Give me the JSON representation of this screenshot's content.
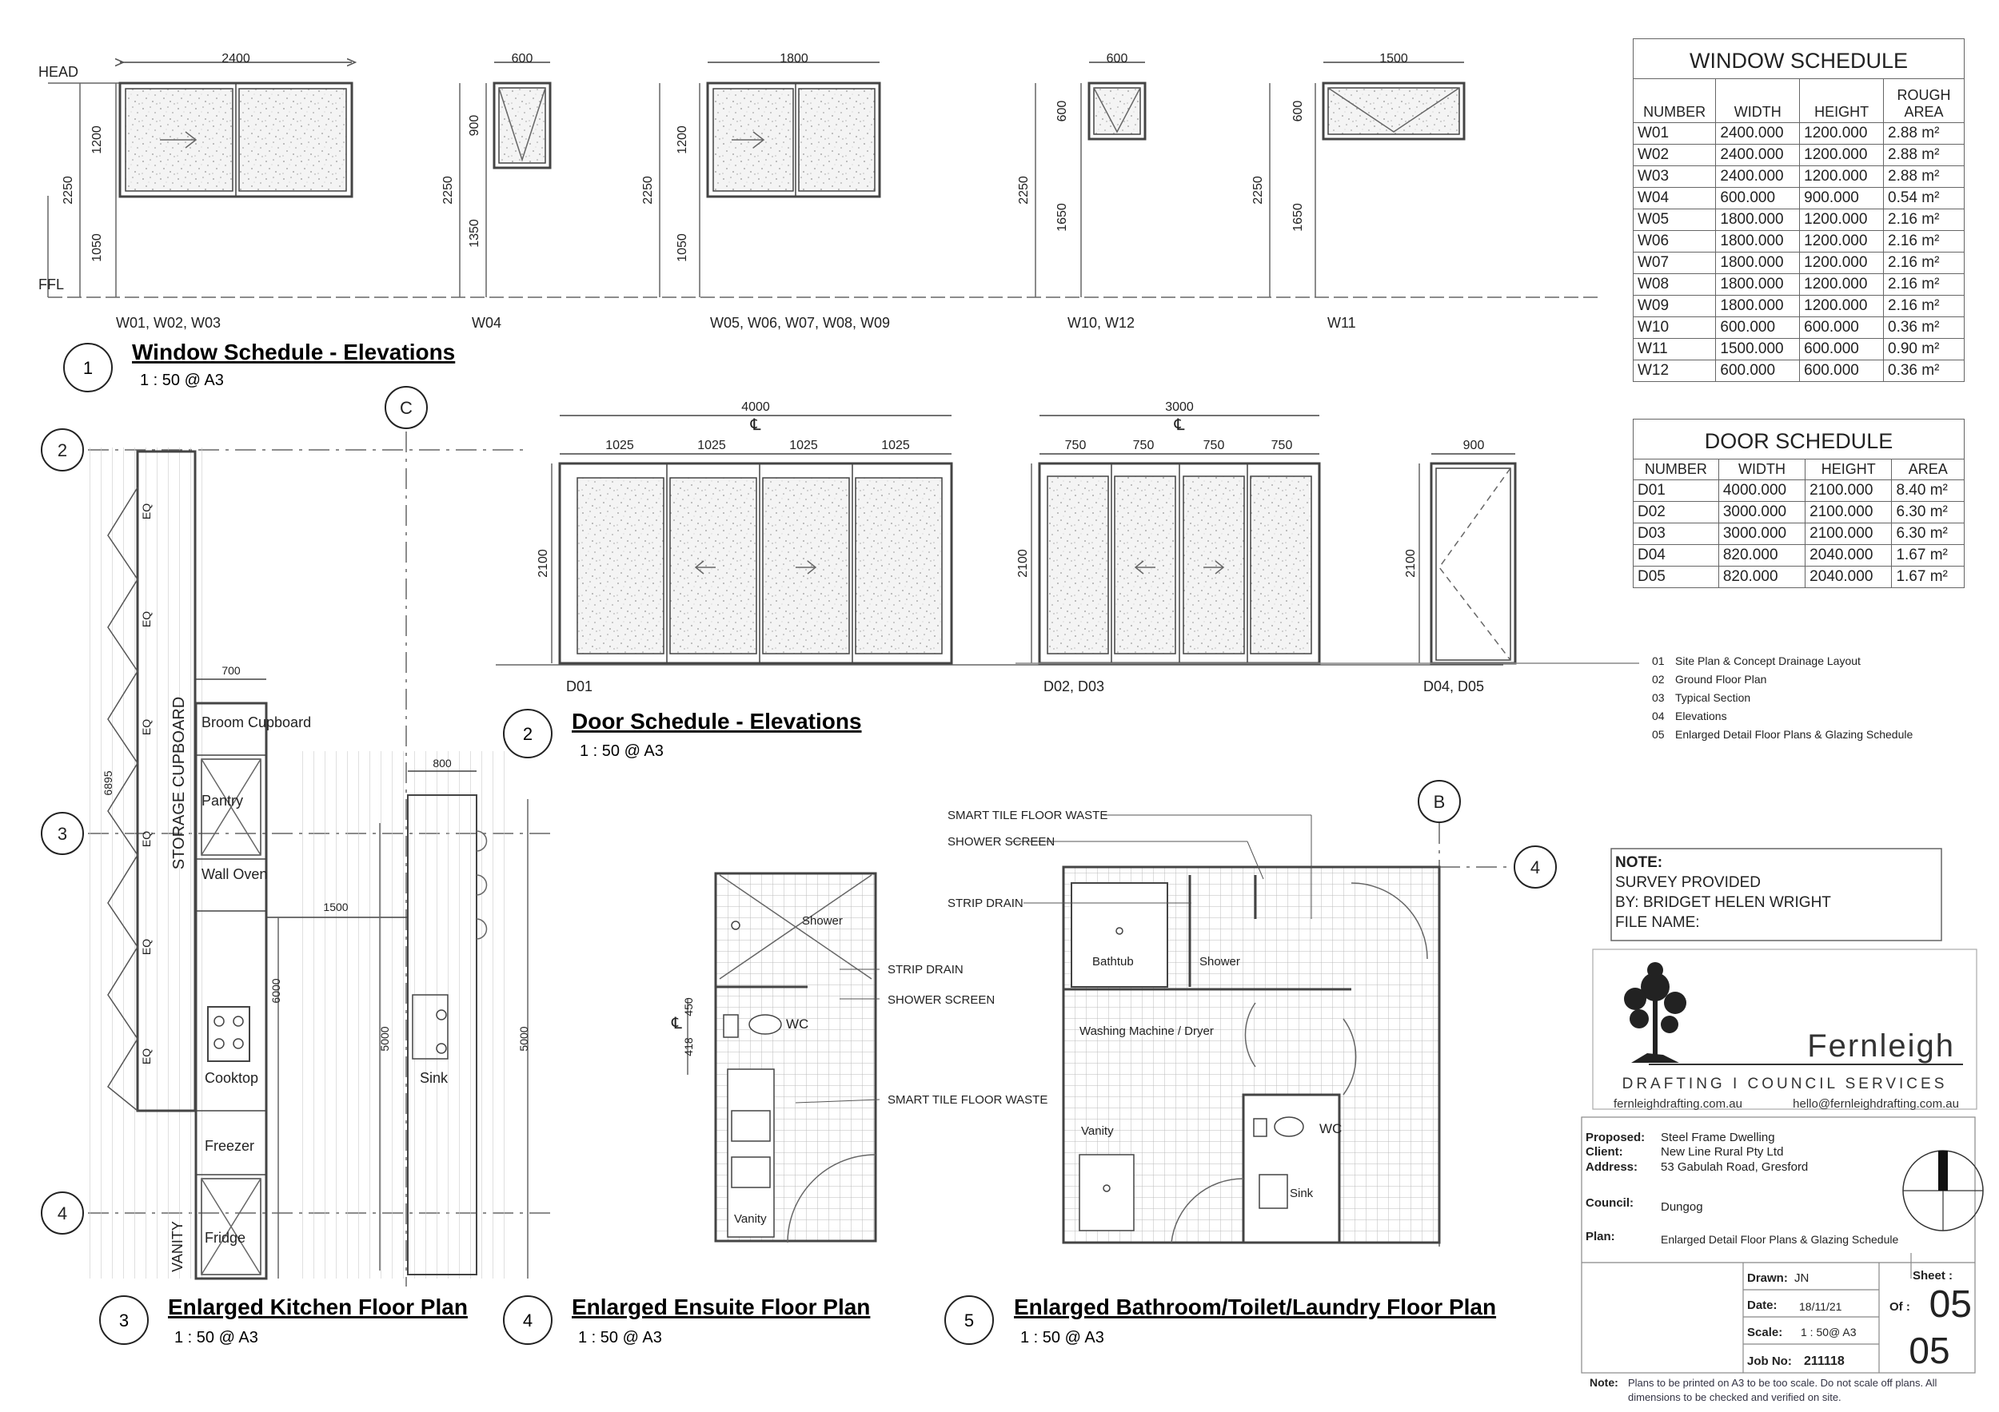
{
  "window_elevations": {
    "title": "Window Schedule - Elevations",
    "number": "1",
    "scale": "1 : 50 @ A3",
    "head_label": "HEAD",
    "ffl_label": "FFL",
    "groups": [
      {
        "tag": "W01, W02, W03",
        "width": "2400",
        "height": "1200",
        "total": "2250",
        "sill": "1050"
      },
      {
        "tag": "W04",
        "width": "600",
        "height": "900",
        "total": "2250",
        "sill": "1350"
      },
      {
        "tag": "W05, W06, W07, W08, W09",
        "width": "1800",
        "height": "1200",
        "total": "2250",
        "sill": "1050"
      },
      {
        "tag": "W10, W12",
        "width": "600",
        "height": "600",
        "total": "2250",
        "sill": "1650"
      },
      {
        "tag": "W11",
        "width": "1500",
        "height": "600",
        "total": "2250",
        "sill": "1650"
      }
    ]
  },
  "window_schedule": {
    "title": "WINDOW SCHEDULE",
    "headers": [
      "NUMBER",
      "WIDTH",
      "HEIGHT",
      "ROUGH AREA"
    ],
    "rows": [
      [
        "W01",
        "2400.000",
        "1200.000",
        "2.88 m²"
      ],
      [
        "W02",
        "2400.000",
        "1200.000",
        "2.88 m²"
      ],
      [
        "W03",
        "2400.000",
        "1200.000",
        "2.88 m²"
      ],
      [
        "W04",
        "600.000",
        "900.000",
        "0.54 m²"
      ],
      [
        "W05",
        "1800.000",
        "1200.000",
        "2.16 m²"
      ],
      [
        "W06",
        "1800.000",
        "1200.000",
        "2.16 m²"
      ],
      [
        "W07",
        "1800.000",
        "1200.000",
        "2.16 m²"
      ],
      [
        "W08",
        "1800.000",
        "1200.000",
        "2.16 m²"
      ],
      [
        "W09",
        "1800.000",
        "1200.000",
        "2.16 m²"
      ],
      [
        "W10",
        "600.000",
        "600.000",
        "0.36 m²"
      ],
      [
        "W11",
        "1500.000",
        "600.000",
        "0.90 m²"
      ],
      [
        "W12",
        "600.000",
        "600.000",
        "0.36 m²"
      ]
    ]
  },
  "door_schedule": {
    "title": "DOOR SCHEDULE",
    "headers": [
      "NUMBER",
      "WIDTH",
      "HEIGHT",
      "AREA"
    ],
    "rows": [
      [
        "D01",
        "4000.000",
        "2100.000",
        "8.40 m²"
      ],
      [
        "D02",
        "3000.000",
        "2100.000",
        "6.30 m²"
      ],
      [
        "D03",
        "3000.000",
        "2100.000",
        "6.30 m²"
      ],
      [
        "D04",
        "820.000",
        "2040.000",
        "1.67 m²"
      ],
      [
        "D05",
        "820.000",
        "2040.000",
        "1.67 m²"
      ]
    ]
  },
  "door_elevations": {
    "title": "Door Schedule - Elevations",
    "number": "2",
    "scale": "1 : 50 @ A3",
    "centerline": "℄",
    "d01": {
      "tag": "D01",
      "total": "4000",
      "panel": "1025",
      "height": "2100"
    },
    "d02": {
      "tag": "D02, D03",
      "total": "3000",
      "panel": "750",
      "height": "2100"
    },
    "d04": {
      "tag": "D04, D05",
      "width": "900",
      "height": "2100"
    }
  },
  "sheet_index": [
    {
      "num": "01",
      "title": "Site Plan & Concept Drainage Layout"
    },
    {
      "num": "02",
      "title": "Ground Floor Plan"
    },
    {
      "num": "03",
      "title": "Typical Section"
    },
    {
      "num": "04",
      "title": "Elevations"
    },
    {
      "num": "05",
      "title": "Enlarged Detail Floor Plans & Glazing Schedule"
    }
  ],
  "grid_labels": {
    "c": "C",
    "b": "B",
    "two": "2",
    "three": "3",
    "four": "4"
  },
  "kitchen": {
    "title": "Enlarged Kitchen Floor Plan",
    "number": "3",
    "scale": "1 : 50 @ A3",
    "storage": "STORAGE CUPBOARD",
    "eq": "EQ",
    "dim_6895": "6895",
    "dim_700": "700",
    "dim_800": "800",
    "dim_1500": "1500",
    "dim_6000": "6000",
    "dim_5000": "5000",
    "broom": "Broom Cupboard",
    "pantry": "Pantry",
    "wall_oven": "Wall Oven",
    "cooktop": "Cooktop",
    "freezer": "Freezer",
    "fridge": "Fridge",
    "vanity": "VANITY",
    "sink": "Sink"
  },
  "ensuite": {
    "title": "Enlarged Ensuite Floor Plan",
    "number": "4",
    "scale": "1 : 50 @ A3",
    "shower": "Shower",
    "strip_drain": "STRIP DRAIN",
    "shower_screen": "SHOWER SCREEN",
    "floor_waste": "SMART TILE FLOOR WASTE",
    "wc": "WC",
    "vanity": "Vanity",
    "dim_450": "450",
    "dim_418": "418",
    "centerline": "℄"
  },
  "bathroom": {
    "title": "Enlarged Bathroom/Toilet/Laundry Floor Plan",
    "number": "5",
    "scale": "1 : 50 @ A3",
    "floor_waste": "SMART TILE FLOOR WASTE",
    "shower_screen": "SHOWER SCREEN",
    "strip_drain": "STRIP DRAIN",
    "bathtub": "Bathtub",
    "shower": "Shower",
    "washing": "Washing Machine / Dryer",
    "vanity": "Vanity",
    "wc": "WC",
    "sink": "Sink"
  },
  "note_box": {
    "label": "NOTE:",
    "line1": "SURVEY PROVIDED",
    "line2": "BY: BRIDGET HELEN WRIGHT",
    "line3": "FILE NAME:"
  },
  "brand": {
    "name": "Fernleigh",
    "tagline": "DRAFTING  I  COUNCIL SERVICES",
    "website": "fernleighdrafting.com.au",
    "email": "hello@fernleighdrafting.com.au"
  },
  "title_block": {
    "proposed_label": "Proposed:",
    "proposed": "Steel Frame Dwelling",
    "client_label": "Client:",
    "client": "New Line Rural Pty Ltd",
    "address_label": "Address:",
    "address": "53 Gabulah Road, Gresford",
    "council_label": "Council:",
    "council": "Dungog",
    "plan_label": "Plan:",
    "plan": "Enlarged Detail Floor Plans & Glazing Schedule",
    "drawn_label": "Drawn:",
    "drawn": "JN",
    "date_label": "Date:",
    "date": "18/11/21",
    "scale_label": "Scale:",
    "scale": "1 : 50@ A3",
    "job_label": "Job No:",
    "job": "211118",
    "sheet_label": "Sheet :",
    "sheet": "05",
    "of_label": "Of :",
    "of": "05",
    "note_label": "Note:",
    "note": "Plans to be printed on A3 to be too scale. Do not scale off plans. All dimensions to be checked and verified on site."
  }
}
